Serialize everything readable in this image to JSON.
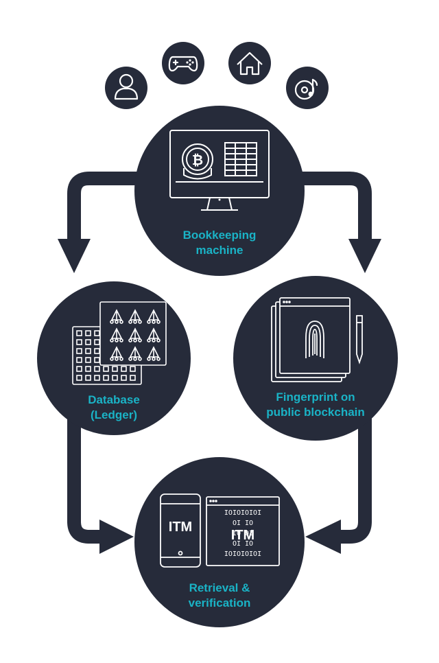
{
  "colors": {
    "dark": "#262b3a",
    "accent": "#1ab3c6",
    "line": "#ffffff"
  },
  "top_icons": [
    {
      "name": "user-icon"
    },
    {
      "name": "gamepad-icon"
    },
    {
      "name": "house-icon"
    },
    {
      "name": "music-disc-icon"
    }
  ],
  "nodes": {
    "bookkeeping": {
      "line1": "Bookkeeping",
      "line2": "machine",
      "icon": "monitor-bitcoin-icon"
    },
    "database": {
      "line1": "Database",
      "line2": "(Ledger)",
      "icon": "database-grid-icon"
    },
    "fingerprint": {
      "line1": "Fingerprint on",
      "line2": "public blockchain",
      "icon": "fingerprint-document-icon"
    },
    "retrieval": {
      "line1": "Retrieval &",
      "line2": "verification",
      "icon": "itm-devices-icon"
    }
  },
  "retrieval_icon": {
    "phone_text": "ITM",
    "window_text": "ITM",
    "binary_rows": [
      "IOIOIOIOI",
      "OI        IO",
      "IO        OI",
      "OI        IO",
      "IOIOIOIOI"
    ]
  },
  "edges": [
    {
      "from": "bookkeeping",
      "to": "database"
    },
    {
      "from": "bookkeeping",
      "to": "fingerprint"
    },
    {
      "from": "database",
      "to": "retrieval"
    },
    {
      "from": "fingerprint",
      "to": "retrieval"
    }
  ]
}
